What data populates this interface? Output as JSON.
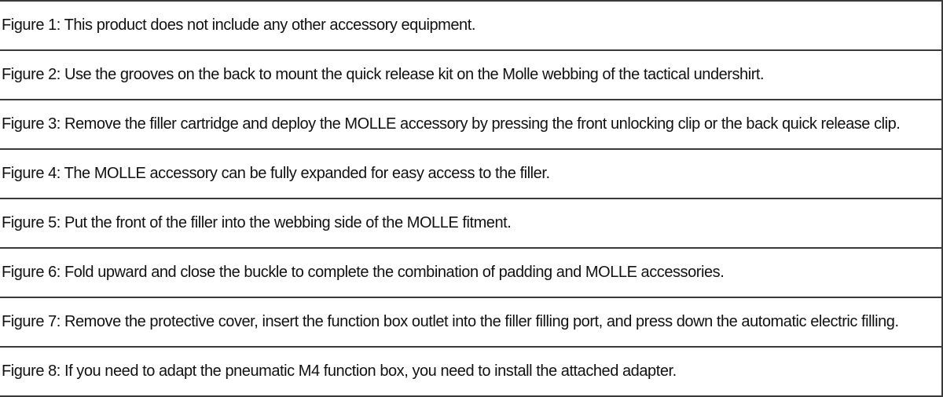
{
  "rows": [
    "Figure 1: This product does not include any other accessory equipment.",
    "Figure 2: Use the grooves on the back to mount the quick release kit on the Molle webbing of the tactical undershirt.",
    "Figure 3: Remove the filler cartridge and deploy the MOLLE accessory by pressing the front unlocking clip or the back quick release clip.",
    "Figure 4: The MOLLE accessory can be fully expanded for easy access to the filler.",
    "Figure 5: Put the front of the filler into the webbing side of the MOLLE fitment.",
    "Figure 6: Fold upward and close the buckle to complete the combination of padding and MOLLE accessories.",
    "Figure 7: Remove the protective cover, insert the function box outlet into the filler filling port, and press down the automatic electric filling.",
    "Figure 8: If you need to adapt the pneumatic M4 function box, you need to install the attached adapter."
  ]
}
